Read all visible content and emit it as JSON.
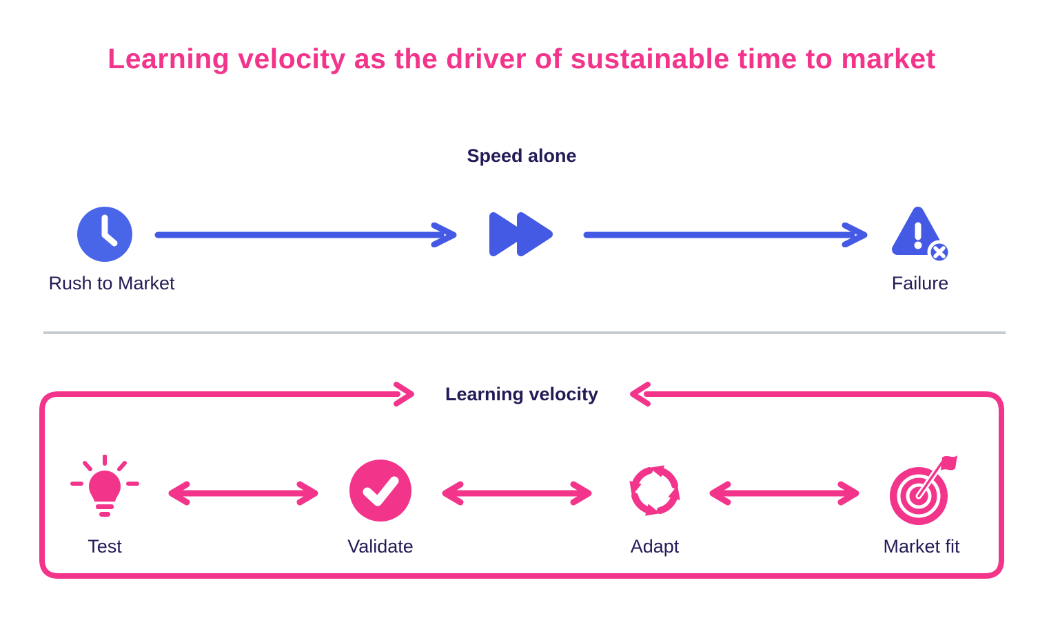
{
  "title": "Learning velocity as the driver of sustainable time to market",
  "colors": {
    "title_pink": "#F2348B",
    "accent_pink": "#F2348B",
    "arrow_blue": "#4459E4",
    "clock_blue": "#4966E8",
    "text_navy": "#221B55",
    "divider_gray": "#C6CBD0",
    "background": "#FFFFFF"
  },
  "top_section": {
    "heading": "Speed alone",
    "start": {
      "label": "Rush to Market",
      "icon": "clock-icon"
    },
    "middle": {
      "icon": "fast-forward-icon"
    },
    "end": {
      "label": "Failure",
      "icon": "warning-error-icon"
    },
    "arrow_direction": "one-way right"
  },
  "bottom_section": {
    "heading": "Learning velocity",
    "container": "pink rounded rectangle with inward-pointing arrows on top edge",
    "steps": [
      {
        "label": "Test",
        "icon": "lightbulb-icon"
      },
      {
        "label": "Validate",
        "icon": "check-circle-icon"
      },
      {
        "label": "Adapt",
        "icon": "cycle-arrows-icon"
      },
      {
        "label": "Market fit",
        "icon": "target-flag-icon"
      }
    ],
    "arrow_direction": "two-way between each step"
  }
}
